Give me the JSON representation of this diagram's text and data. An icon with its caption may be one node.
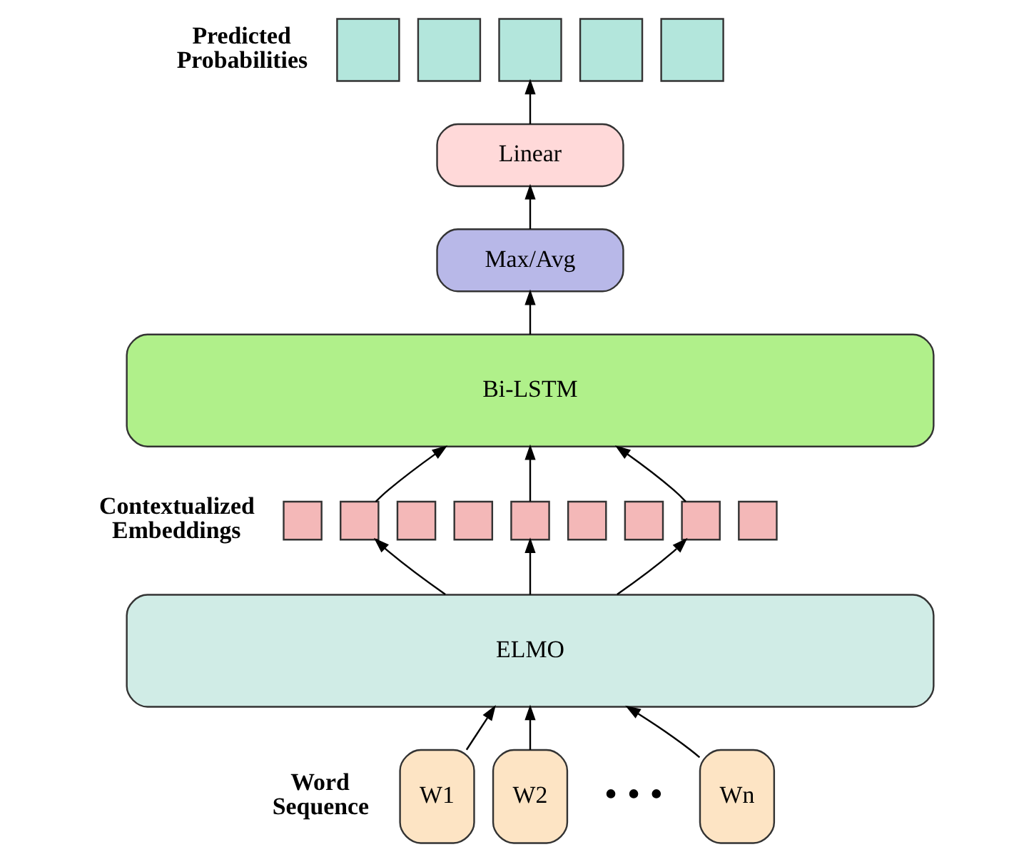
{
  "diagram": {
    "nodes": [
      {
        "text": [],
        "shape": "box"
      },
      {
        "text": [],
        "shape": "box"
      },
      {
        "text": [],
        "shape": "box"
      },
      {
        "text": [],
        "shape": "box"
      },
      {
        "text": [],
        "shape": "box"
      },
      {
        "text": [
          "Linear"
        ]
      },
      {
        "text": [
          "Max/Avg"
        ]
      },
      {
        "text": [
          "Bi-LSTM"
        ]
      },
      {
        "text": [],
        "shape": "box"
      },
      {
        "text": [],
        "shape": "box"
      },
      {
        "text": [],
        "shape": "box"
      },
      {
        "text": [],
        "shape": "box"
      },
      {
        "text": [],
        "shape": "box"
      },
      {
        "text": [],
        "shape": "box"
      },
      {
        "text": [],
        "shape": "box"
      },
      {
        "text": [],
        "shape": "box"
      },
      {
        "text": [],
        "shape": "box"
      },
      {
        "text": [
          "ELMO"
        ]
      },
      {
        "text": [
          "W1"
        ]
      },
      {
        "text": [
          "W2"
        ]
      },
      {
        "text": [
          "Wn"
        ]
      }
    ],
    "edges": [
      {
        "from": 5,
        "to": 2,
        "arrow": "to"
      },
      {
        "from": 6,
        "to": 5,
        "arrow": "to"
      },
      {
        "from": 7,
        "to": 6,
        "arrow": "to"
      },
      {
        "from": 9,
        "to": 7,
        "arrow": "to"
      },
      {
        "from": 12,
        "to": 7,
        "arrow": "to"
      },
      {
        "from": 15,
        "to": 7,
        "arrow": "to"
      },
      {
        "from": 17,
        "to": 9,
        "arrow": "to"
      },
      {
        "from": 17,
        "to": 12,
        "arrow": "to"
      },
      {
        "from": 17,
        "to": 15,
        "arrow": "to"
      },
      {
        "from": 18,
        "to": 17,
        "arrow": "to"
      },
      {
        "from": 19,
        "to": 17,
        "arrow": "to"
      },
      {
        "from": 20,
        "to": 17,
        "arrow": "to"
      }
    ],
    "labels": [
      "Predicted Probabilities",
      "Contextualized Embeddings",
      "Word Sequence",
      "• • •"
    ]
  }
}
